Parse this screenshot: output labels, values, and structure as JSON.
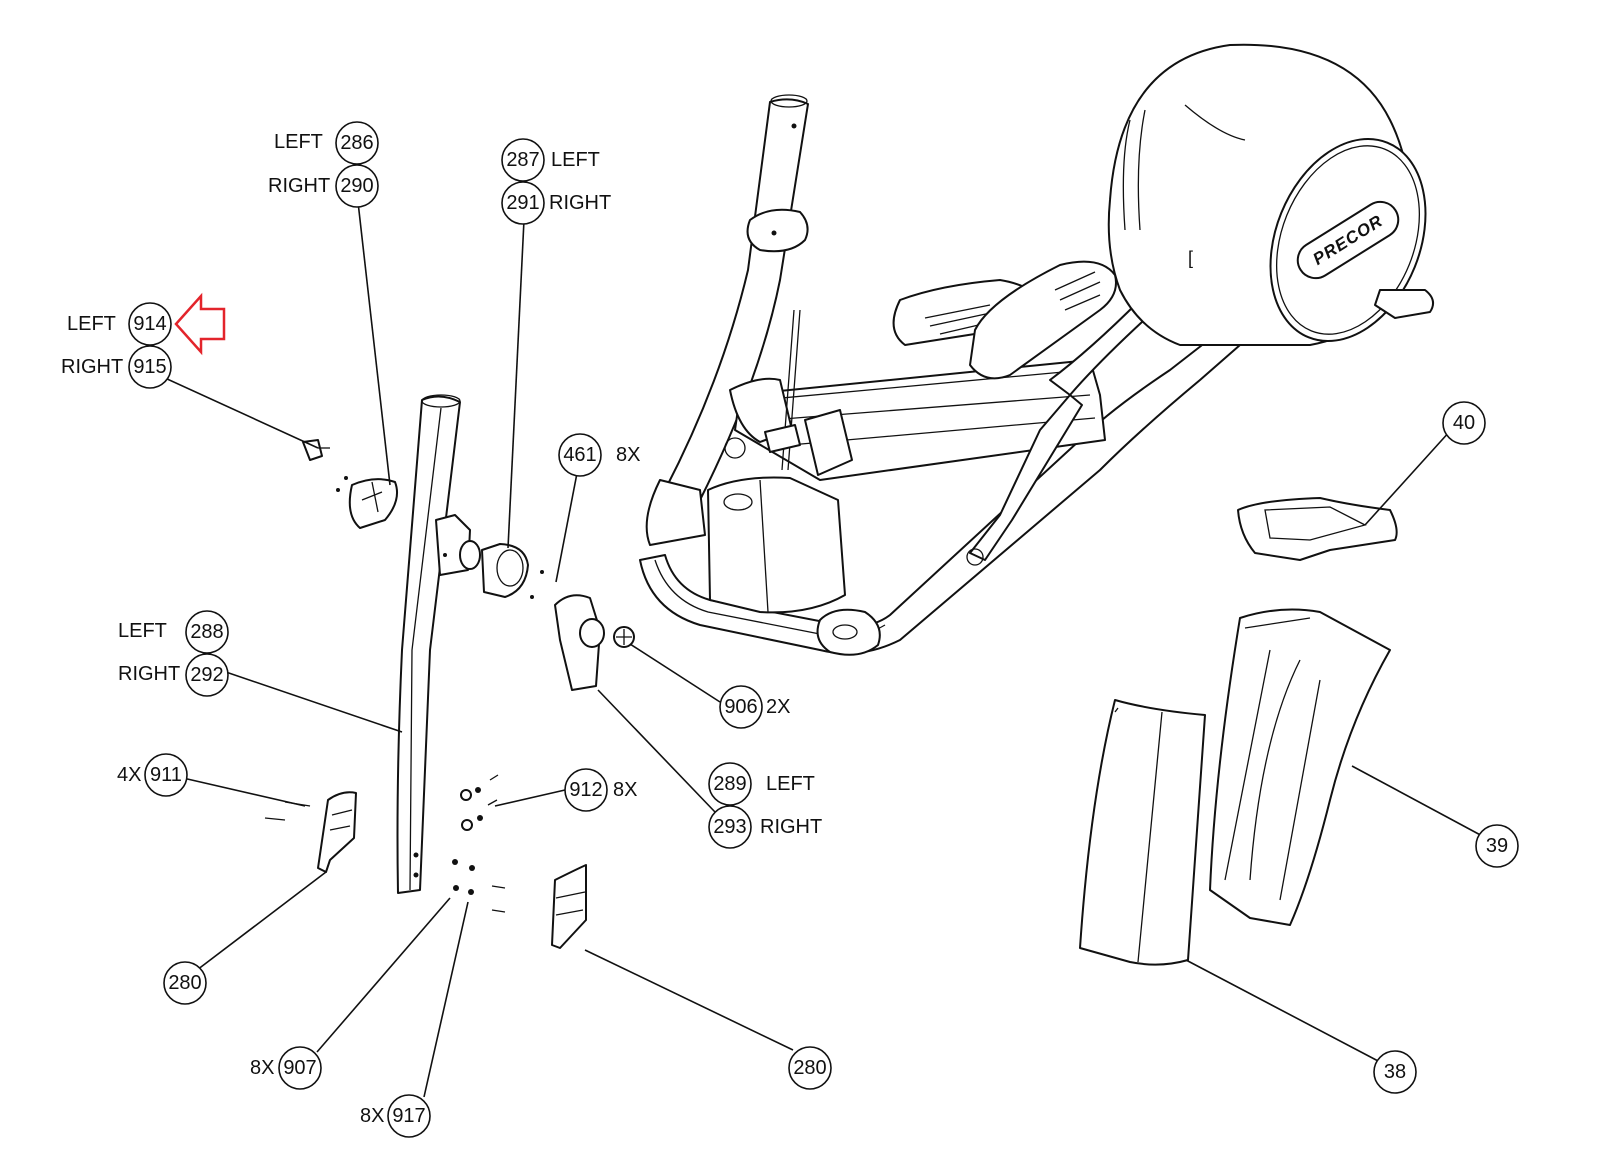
{
  "diagram": {
    "title": "Elliptical crosstrainer exploded parts view",
    "brand_logo_text": "PRECOR",
    "highlight_color": "#e3242b",
    "highlighted_part": "914",
    "callouts": [
      {
        "id": "c914",
        "number": "914",
        "label": "LEFT",
        "qty": ""
      },
      {
        "id": "c915",
        "number": "915",
        "label": "RIGHT",
        "qty": ""
      },
      {
        "id": "c286",
        "number": "286",
        "label": "LEFT",
        "qty": ""
      },
      {
        "id": "c290",
        "number": "290",
        "label": "RIGHT",
        "qty": ""
      },
      {
        "id": "c287",
        "number": "287",
        "label": "LEFT",
        "qty": ""
      },
      {
        "id": "c291",
        "number": "291",
        "label": "RIGHT",
        "qty": ""
      },
      {
        "id": "c461",
        "number": "461",
        "label": "",
        "qty": "8X"
      },
      {
        "id": "c288",
        "number": "288",
        "label": "LEFT",
        "qty": ""
      },
      {
        "id": "c292",
        "number": "292",
        "label": "RIGHT",
        "qty": ""
      },
      {
        "id": "c906",
        "number": "906",
        "label": "",
        "qty": "2X"
      },
      {
        "id": "c289",
        "number": "289",
        "label": "LEFT",
        "qty": ""
      },
      {
        "id": "c293",
        "number": "293",
        "label": "RIGHT",
        "qty": ""
      },
      {
        "id": "c911",
        "number": "911",
        "label": "",
        "qty": "4X"
      },
      {
        "id": "c912",
        "number": "912",
        "label": "",
        "qty": "8X"
      },
      {
        "id": "c280a",
        "number": "280",
        "label": "",
        "qty": ""
      },
      {
        "id": "c907",
        "number": "907",
        "label": "",
        "qty": "8X"
      },
      {
        "id": "c917",
        "number": "917",
        "label": "",
        "qty": "8X"
      },
      {
        "id": "c280b",
        "number": "280",
        "label": "",
        "qty": ""
      },
      {
        "id": "c40",
        "number": "40",
        "label": "",
        "qty": ""
      },
      {
        "id": "c39",
        "number": "39",
        "label": "",
        "qty": ""
      },
      {
        "id": "c38",
        "number": "38",
        "label": "",
        "qty": ""
      }
    ]
  }
}
